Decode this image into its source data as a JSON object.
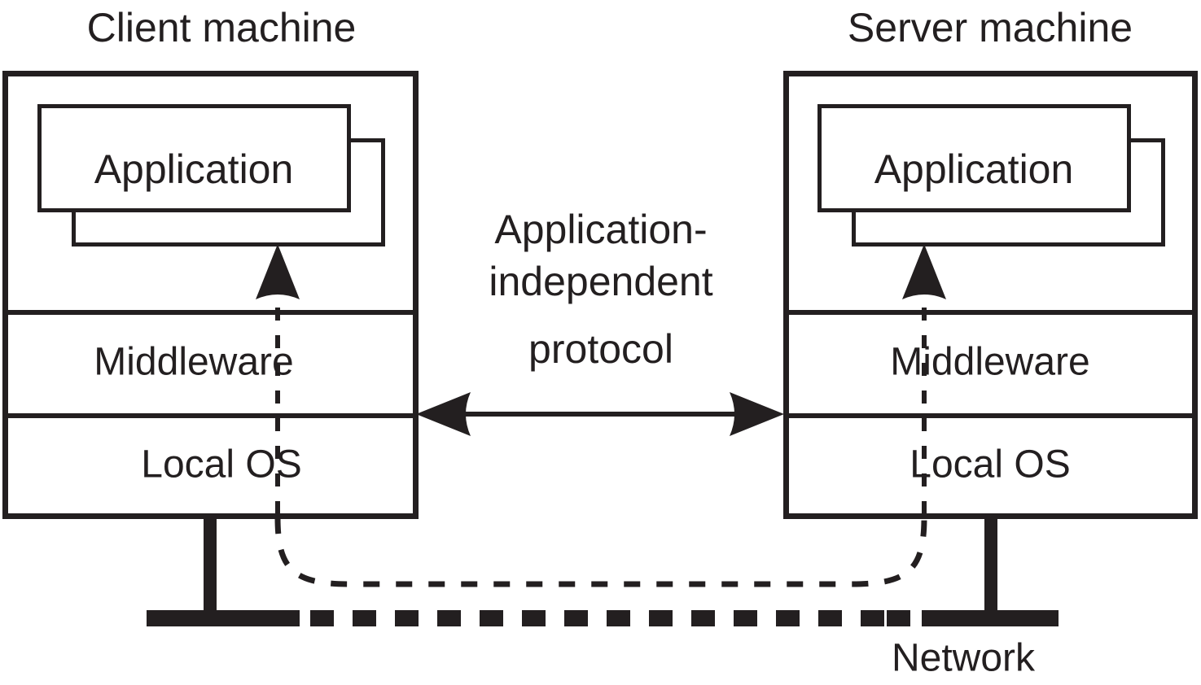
{
  "diagram": {
    "title_client": "Client machine",
    "title_server": "Server machine",
    "protocol_label_line1": "Application-",
    "protocol_label_line2": "independent",
    "protocol_label_line3": "protocol",
    "network_label": "Network",
    "ink_color": "#231f20",
    "background_color": "#ffffff",
    "client": {
      "app_label": "Application",
      "middleware_label": "Middleware",
      "os_label": "Local OS"
    },
    "server": {
      "app_label": "Application",
      "middleware_label": "Middleware",
      "os_label": "Local OS"
    }
  }
}
